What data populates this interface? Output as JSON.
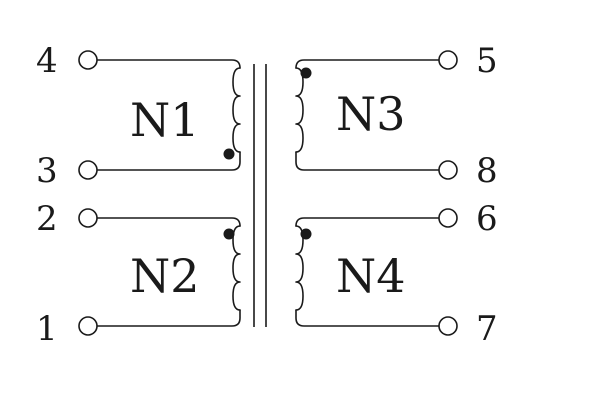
{
  "pins": {
    "p1": "1",
    "p2": "2",
    "p3": "3",
    "p4": "4",
    "p5": "5",
    "p6": "6",
    "p7": "7",
    "p8": "8"
  },
  "windings": {
    "n1": "N1",
    "n2": "N2",
    "n3": "N3",
    "n4": "N4"
  },
  "colors": {
    "ink": "#1a1a1a",
    "background": "#ffffff"
  }
}
